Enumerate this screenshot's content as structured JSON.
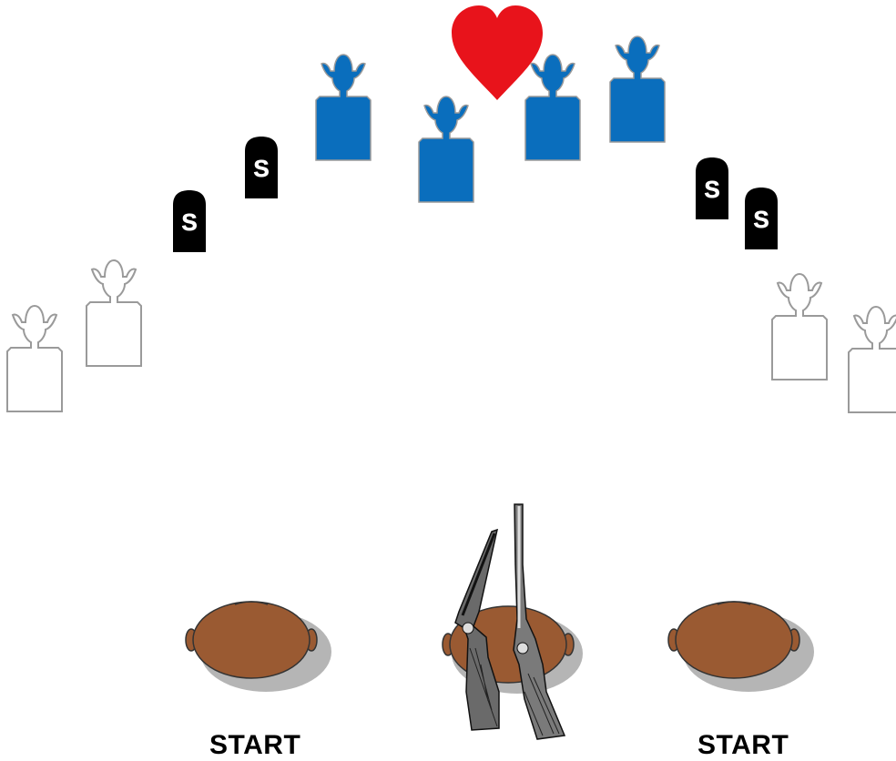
{
  "stage": {
    "start_left": "START",
    "start_right": "START"
  },
  "colors": {
    "target_blue": "#0a6ebd",
    "target_outline": "#9a9a9a",
    "steel_black": "#000000",
    "heart": "#e8131b",
    "barrel_brown": "#9a5a32",
    "barrel_shadow": "#a8a8a8"
  },
  "legend_symbols": {
    "steel_letter": "S"
  },
  "items": {
    "blue_targets": 4,
    "white_targets": 4,
    "steel_plates": 4,
    "barrels": 3,
    "rifles": 2,
    "heart": 1
  }
}
